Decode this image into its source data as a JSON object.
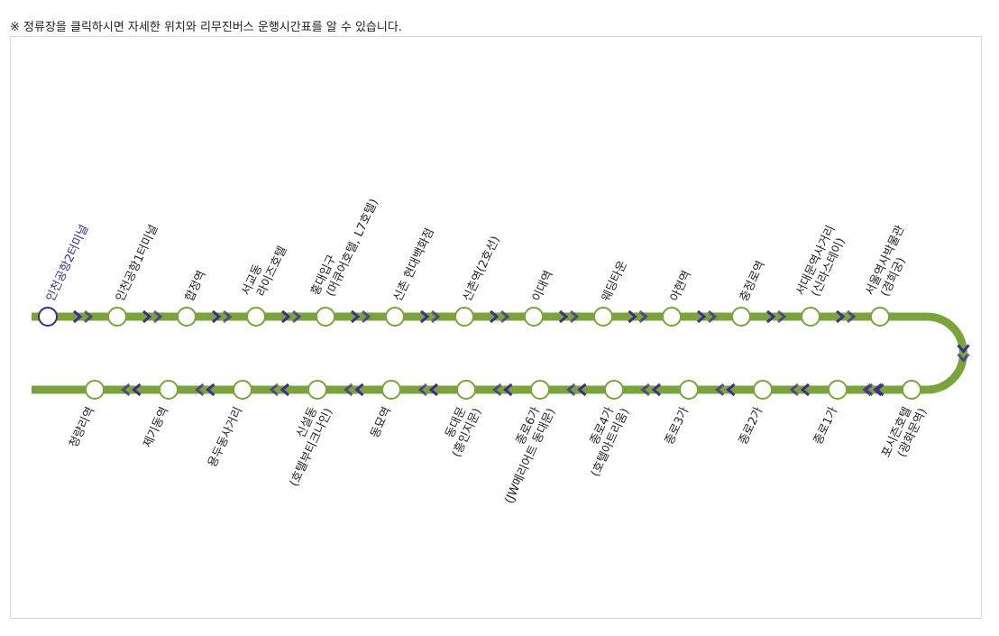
{
  "notice": "※ 정류장을 클릭하시면 자세한 위치와 리무진버스 운행시간표를 알 수 있습니다.",
  "colors": {
    "route": "#7aa33c",
    "arrow": "#3f2c8c",
    "current_stop": "#3a2a86",
    "stop_fill": "#ffffff"
  },
  "top_stops": [
    {
      "lines": [
        "인천공항2터미널"
      ],
      "current": true
    },
    {
      "lines": [
        "인천공항1터미널"
      ]
    },
    {
      "lines": [
        "합정역"
      ]
    },
    {
      "lines": [
        "서교동",
        "라이즈호텔"
      ]
    },
    {
      "lines": [
        "홍대입구",
        "(머큐어호텔, L7호텔)"
      ]
    },
    {
      "lines": [
        "신촌 현대백화점"
      ]
    },
    {
      "lines": [
        "신촌역(2호선)"
      ]
    },
    {
      "lines": [
        "이대역"
      ]
    },
    {
      "lines": [
        "웨딩타운"
      ]
    },
    {
      "lines": [
        "아현역"
      ]
    },
    {
      "lines": [
        "충정로역"
      ]
    },
    {
      "lines": [
        "서대문역사거리",
        "(신라스테이)"
      ]
    },
    {
      "lines": [
        "서울역사박물관",
        "(경희궁)"
      ]
    }
  ],
  "bottom_stops": [
    {
      "lines": [
        "청량리역"
      ]
    },
    {
      "lines": [
        "제기동역"
      ]
    },
    {
      "lines": [
        "용두동사거리"
      ]
    },
    {
      "lines": [
        "신설동",
        "(호텔부티크나인)"
      ]
    },
    {
      "lines": [
        "동묘역"
      ]
    },
    {
      "lines": [
        "동대문",
        "(흥인지문)"
      ]
    },
    {
      "lines": [
        "종로6가",
        "(JW메리어트 동대문)"
      ]
    },
    {
      "lines": [
        "종로4가",
        "(호텔아트리움)"
      ]
    },
    {
      "lines": [
        "종로3가"
      ]
    },
    {
      "lines": [
        "종로2가"
      ]
    },
    {
      "lines": [
        "종로1가"
      ]
    },
    {
      "lines": [
        "포시즌호텔",
        "(광화문역)"
      ]
    }
  ]
}
